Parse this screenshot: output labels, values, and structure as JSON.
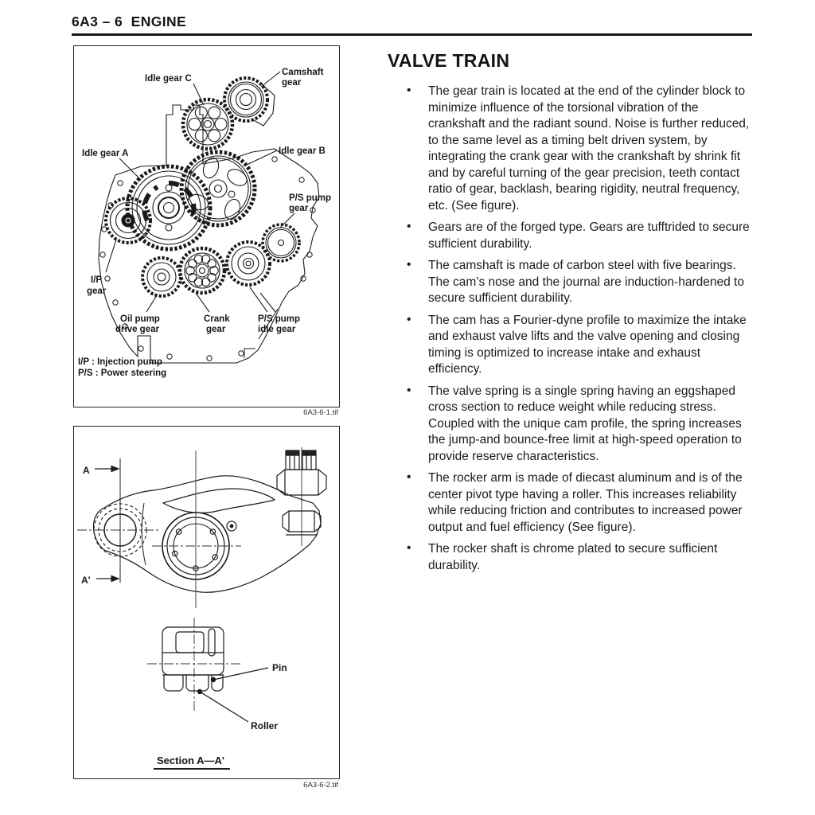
{
  "colors": {
    "ink": "#1b1b1b"
  },
  "page": {
    "header": "6A3 – 6  ENGINE"
  },
  "figure1": {
    "labels": {
      "idle_gear_c": [
        "Idle gear C"
      ],
      "camshaft_gear": [
        "Camshaft",
        "gear"
      ],
      "idle_gear_a": [
        "Idle gear A"
      ],
      "idle_gear_b": [
        "Idle gear B"
      ],
      "ps_pump_gear": [
        "P/S pump",
        "gear"
      ],
      "ip_gear": [
        "I/P",
        "gear"
      ],
      "oil_pump_drive_gear": [
        "Oil pump",
        "drive gear"
      ],
      "crank_gear": [
        "Crank",
        "gear"
      ],
      "ps_pump_idle_gear": [
        "P/S pump",
        "idle gear"
      ]
    },
    "legend": [
      "I/P : Injection pump",
      "P/S : Power steering"
    ],
    "caption": "6A3-6-1.tif"
  },
  "figure2": {
    "labels": {
      "section_a": "A",
      "section_a_prime": "A'",
      "pin": "Pin",
      "roller": "Roller",
      "section_title": "Section A—A'"
    },
    "caption": "6A3-6-2.tif"
  },
  "article": {
    "title": "VALVE TRAIN",
    "bullet_char": "•",
    "bullets": [
      "The gear train is located at the end of the cylinder block to minimize influence of the torsional vibration of the crankshaft and the radiant sound. Noise is further reduced, to the same level as a timing belt driven system, by integrating the crank gear with the crankshaft by shrink fit and by careful turning of the gear precision, teeth contact ratio of gear, backlash, bearing rigidity, neutral frequency, etc. (See figure).",
      "Gears are of the forged type. Gears are tufftrided to secure sufficient durability.",
      "The camshaft is made of carbon steel with five bearings. The cam’s nose and the journal are induction-hardened to secure sufficient durability.",
      "The cam has a Fourier-dyne profile to maximize the intake and exhaust valve lifts and the valve opening and closing timing is optimized to increase intake and exhaust efficiency.",
      "The valve spring is a single spring having an eggshaped cross section to reduce weight while reducing stress. Coupled with the unique cam profile, the spring increases the jump-and bounce-free limit at high-speed operation to provide reserve characteristics.",
      "The rocker arm is made of diecast aluminum and is of the center pivot type having a roller. This increases reliability while reducing friction and contributes to increased power output and fuel efficiency (See figure).",
      "The rocker shaft is chrome plated to secure sufficient durability."
    ]
  }
}
